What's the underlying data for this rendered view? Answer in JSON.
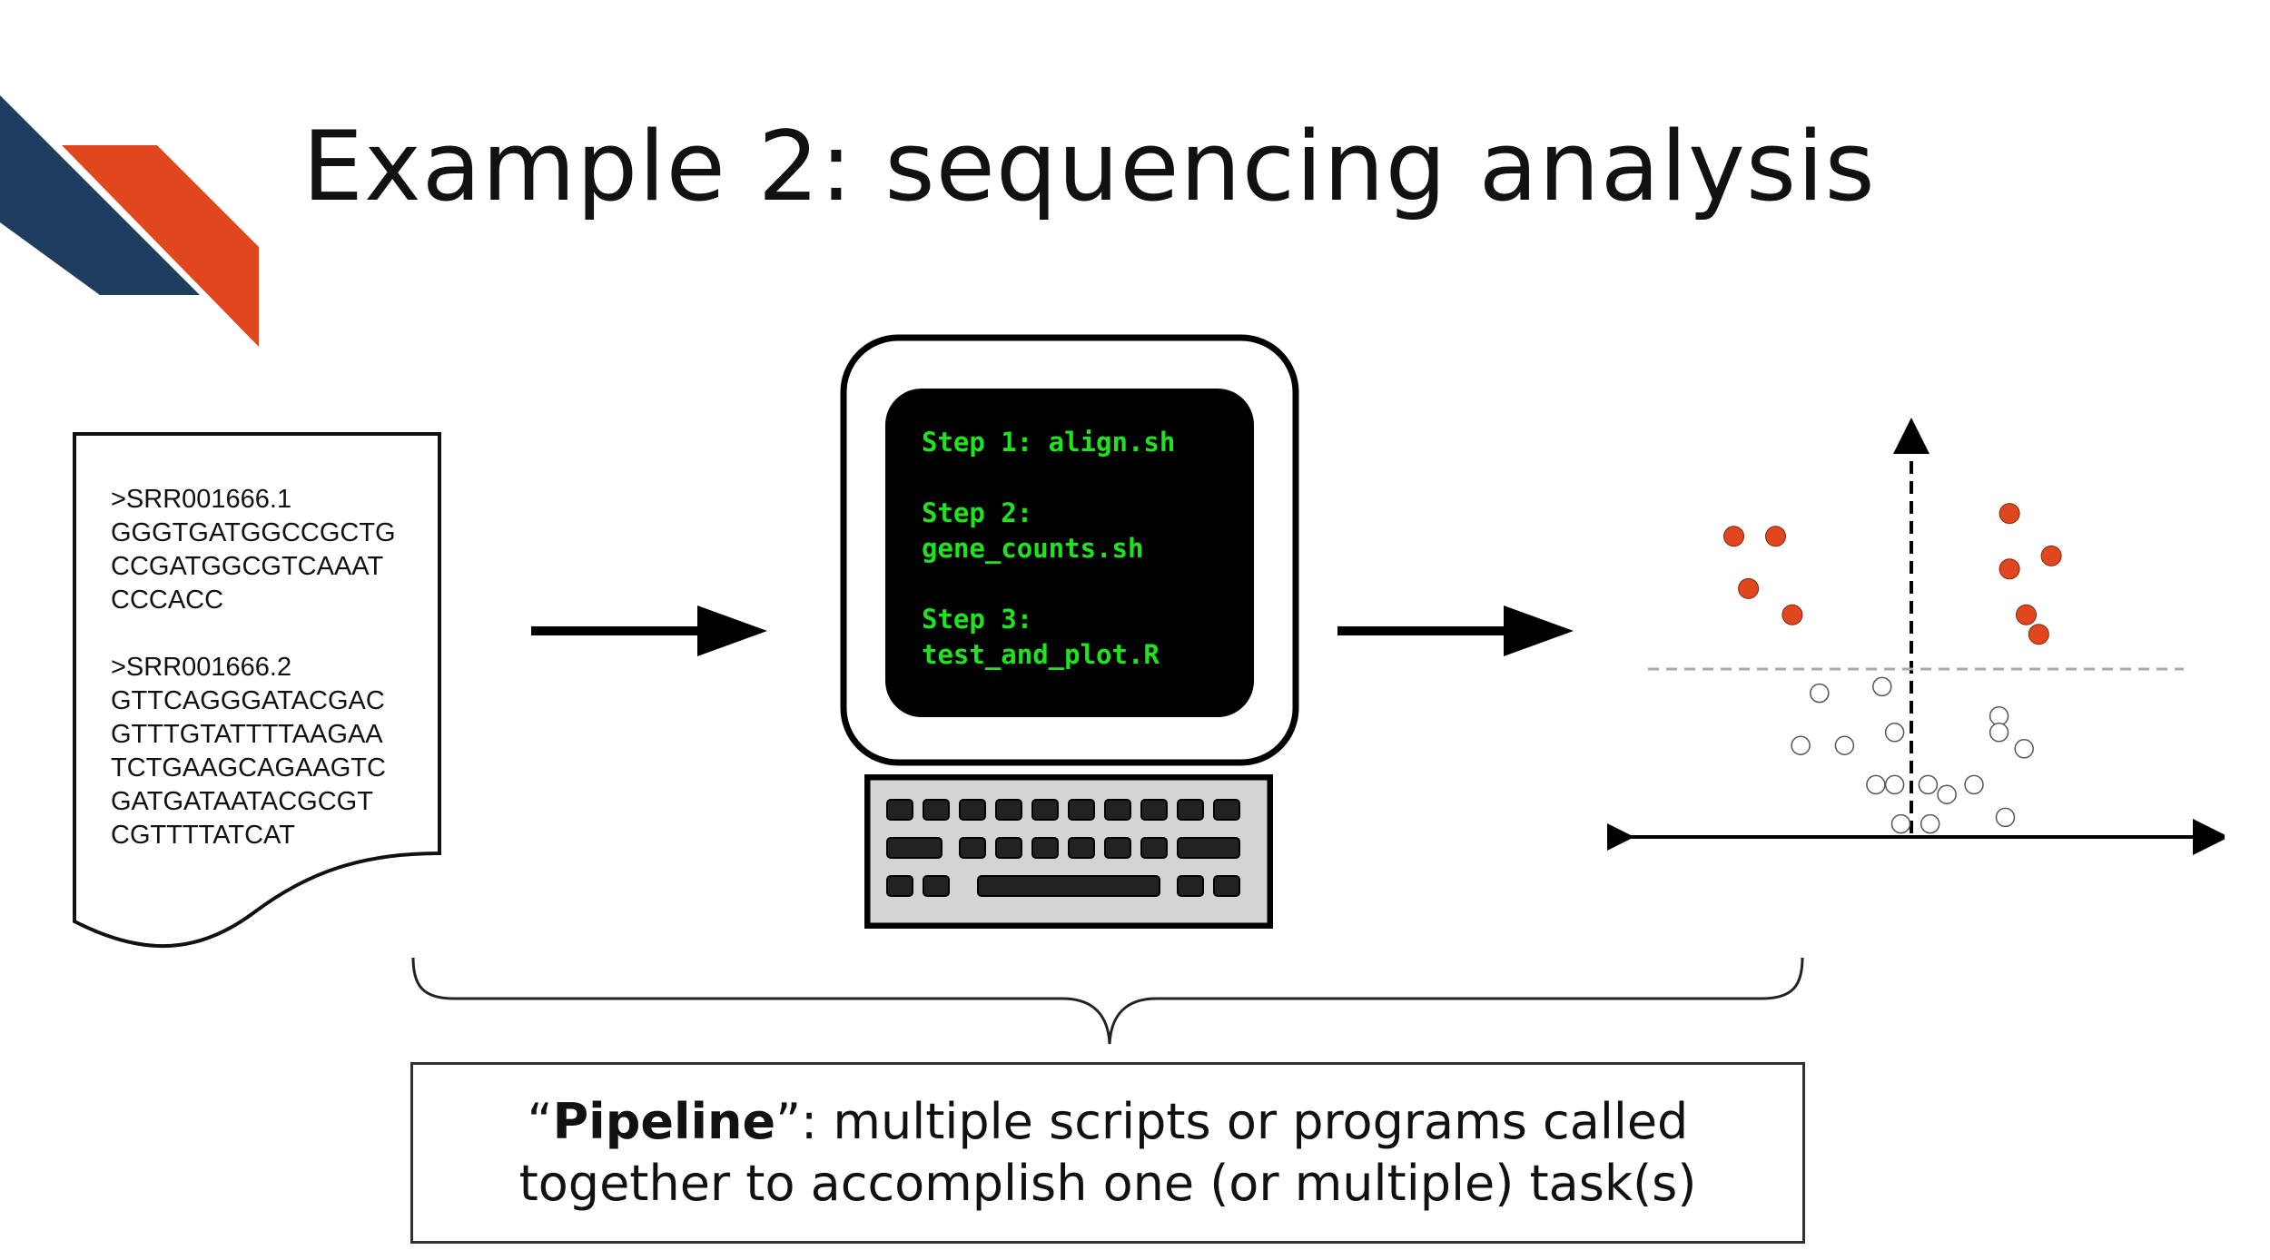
{
  "slide": {
    "title": "Example 2: sequencing analysis",
    "brand_colors": {
      "navy": "#1e3d5f",
      "orange": "#e0471f"
    }
  },
  "fasta_file": {
    "records": [
      {
        "header": ">SRR001666.1",
        "lines": [
          "GGGTGATGGCCGCTG",
          "CCGATGGCGTCAAAT",
          "CCCACC"
        ]
      },
      {
        "header": ">SRR001666.2",
        "lines": [
          "GTTCAGGGATACGAC",
          "GTTTGTATTTTAAGAA",
          "TCTGAAGCAGAAGTC",
          "GATGATAATACGCGT",
          "CGTTTTATCAT"
        ]
      }
    ]
  },
  "terminal": {
    "steps": [
      {
        "lines": [
          "Step 1: align.sh"
        ]
      },
      {
        "lines": [
          "Step 2:",
          "gene_counts.sh"
        ]
      },
      {
        "lines": [
          "Step 3:",
          "test_and_plot.R"
        ]
      }
    ],
    "screen_color": "#000000",
    "text_color": "#1ee31e"
  },
  "volcano_plot": {
    "significant_color": "#e0471f",
    "threshold_line_color": "#aaaaaa",
    "significant_points": [
      [
        -8.5,
        9.2
      ],
      [
        -6.5,
        9.2
      ],
      [
        -7.8,
        7.6
      ],
      [
        -5.7,
        6.8
      ],
      [
        4.7,
        9.9
      ],
      [
        4.7,
        8.2
      ],
      [
        6.7,
        8.6
      ],
      [
        5.5,
        6.8
      ],
      [
        6.1,
        6.2
      ]
    ],
    "nonsignificant_points": [
      [
        -4.4,
        4.4
      ],
      [
        -5.3,
        2.8
      ],
      [
        -3.2,
        2.8
      ],
      [
        -1.4,
        4.6
      ],
      [
        -0.8,
        3.2
      ],
      [
        -1.7,
        1.6
      ],
      [
        -0.8,
        1.6
      ],
      [
        -0.5,
        0.4
      ],
      [
        0.8,
        1.6
      ],
      [
        0.9,
        0.4
      ],
      [
        1.7,
        1.3
      ],
      [
        3.0,
        1.6
      ],
      [
        4.2,
        3.7
      ],
      [
        4.2,
        3.2
      ],
      [
        5.4,
        2.7
      ],
      [
        4.5,
        0.6
      ]
    ]
  },
  "caption": {
    "open_quote": "“",
    "term": "Pipeline",
    "rest_line1": "”: multiple scripts or programs called",
    "line2": "together to accomplish one (or multiple) task(s)"
  }
}
